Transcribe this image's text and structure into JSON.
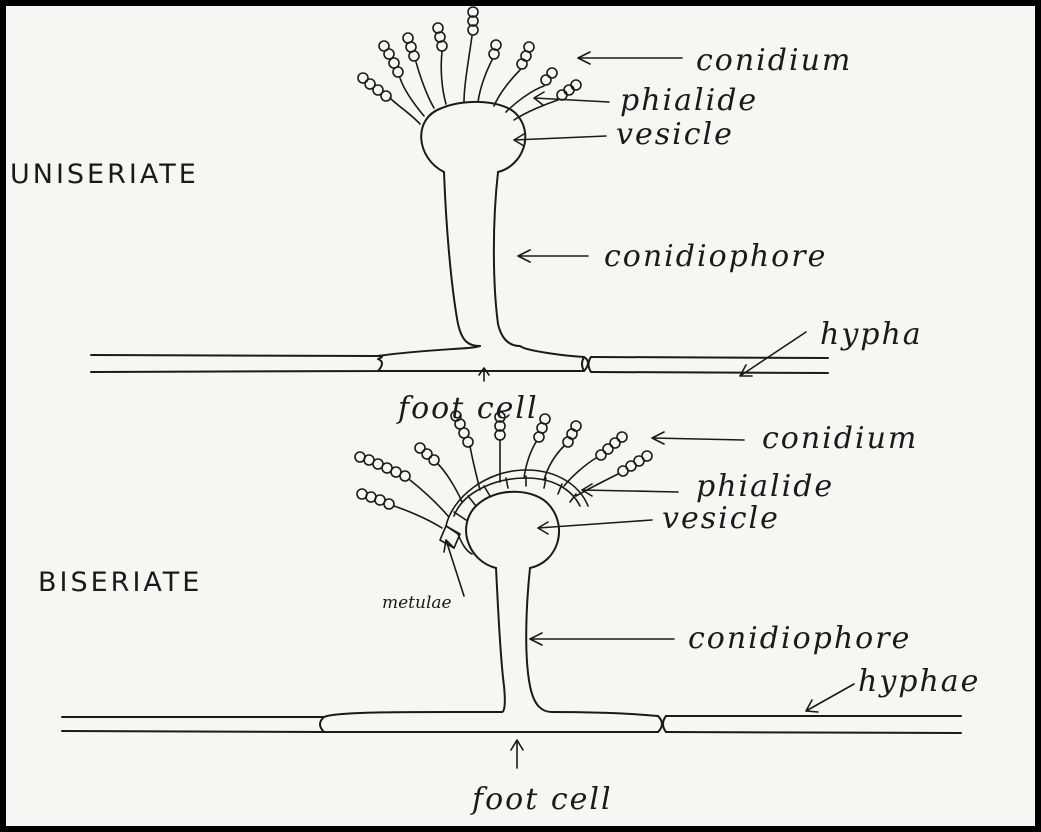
{
  "colors": {
    "ink": "#1a1a1a",
    "paper": "#f7f6f3",
    "border": "#000000"
  },
  "uniseriate": {
    "heading": "UNISERIATE",
    "labels": {
      "conidium": "conidium",
      "phialide": "phialide",
      "vesicle": "vesicle",
      "conidiophore": "conidiophore",
      "hypha": "hypha",
      "foot_cell": "foot cell"
    }
  },
  "biseriate": {
    "heading": "BISERIATE",
    "labels": {
      "conidium": "conidium",
      "phialide": "phialide",
      "vesicle": "vesicle",
      "metulae": "metulae",
      "conidiophore": "conidiophore",
      "hyphae": "hyphae",
      "foot_cell": "foot cell"
    }
  }
}
